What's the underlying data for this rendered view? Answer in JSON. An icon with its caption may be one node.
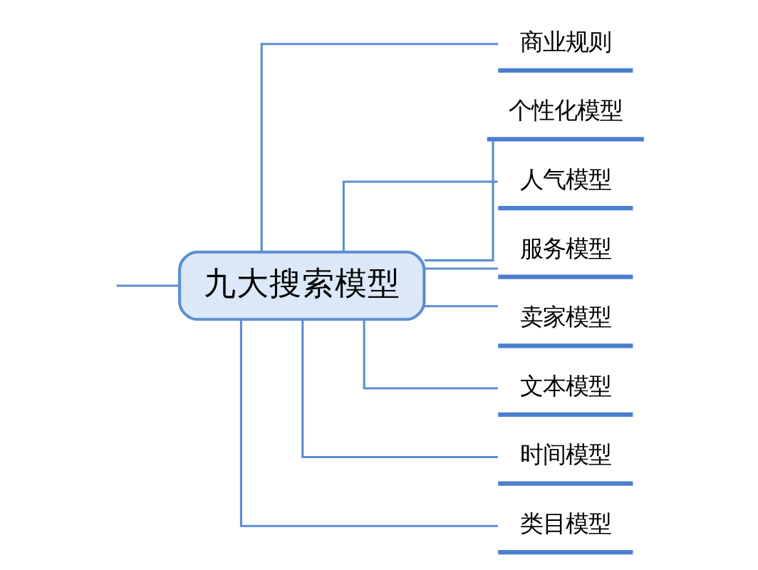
{
  "diagram": {
    "nodes": [
      {
        "text": [
          "九大搜索模型"
        ]
      },
      {
        "text": [
          "商业规则"
        ]
      },
      {
        "text": [
          "个性化模型"
        ]
      },
      {
        "text": [
          "人气模型"
        ]
      },
      {
        "text": [
          "服务模型"
        ]
      },
      {
        "text": [
          "卖家模型"
        ]
      },
      {
        "text": [
          "文本模型"
        ]
      },
      {
        "text": [
          "时间模型"
        ]
      },
      {
        "text": [
          "类目模型"
        ]
      }
    ],
    "edges": [
      {
        "from": null,
        "to": 0,
        "arrow": "none"
      },
      {
        "from": 0,
        "to": 1,
        "arrow": "none"
      },
      {
        "from": 0,
        "to": 2,
        "arrow": "none"
      },
      {
        "from": 0,
        "to": 3,
        "arrow": "none"
      },
      {
        "from": 0,
        "to": 4,
        "arrow": "none"
      },
      {
        "from": 0,
        "to": 5,
        "arrow": "none"
      },
      {
        "from": 0,
        "to": 6,
        "arrow": "none"
      },
      {
        "from": 0,
        "to": 7,
        "arrow": "none"
      },
      {
        "from": 0,
        "to": 8,
        "arrow": "none"
      }
    ]
  }
}
